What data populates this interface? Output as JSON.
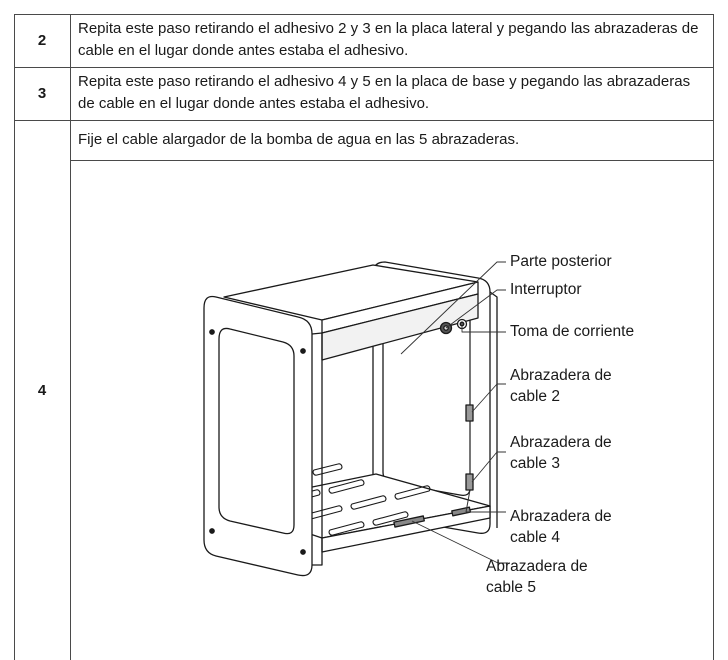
{
  "steps": [
    {
      "number": "2",
      "text": "Repita este paso retirando el adhesivo 2 y 3 en la placa lateral y pegando las abrazaderas de cable en el lugar donde antes estaba el adhesivo."
    },
    {
      "number": "3",
      "text": "Repita este paso retirando el adhesivo 4 y 5 en la placa de base y pegando las abrazaderas de cable en el lugar donde antes estaba el adhesivo."
    },
    {
      "number": "4",
      "text": "Fije el cable alargador de la bomba de agua en las 5 abrazaderas."
    }
  ],
  "figure": {
    "callouts": {
      "back": "Parte posterior",
      "switch": "Interruptor",
      "socket": "Toma de corriente",
      "clamp2": "Abrazadera de\ncable 2",
      "clamp3": "Abrazadera de\ncable 3",
      "clamp4": "Abrazadera de\ncable 4",
      "clamp5": "Abrazadera de\ncable 5"
    }
  }
}
